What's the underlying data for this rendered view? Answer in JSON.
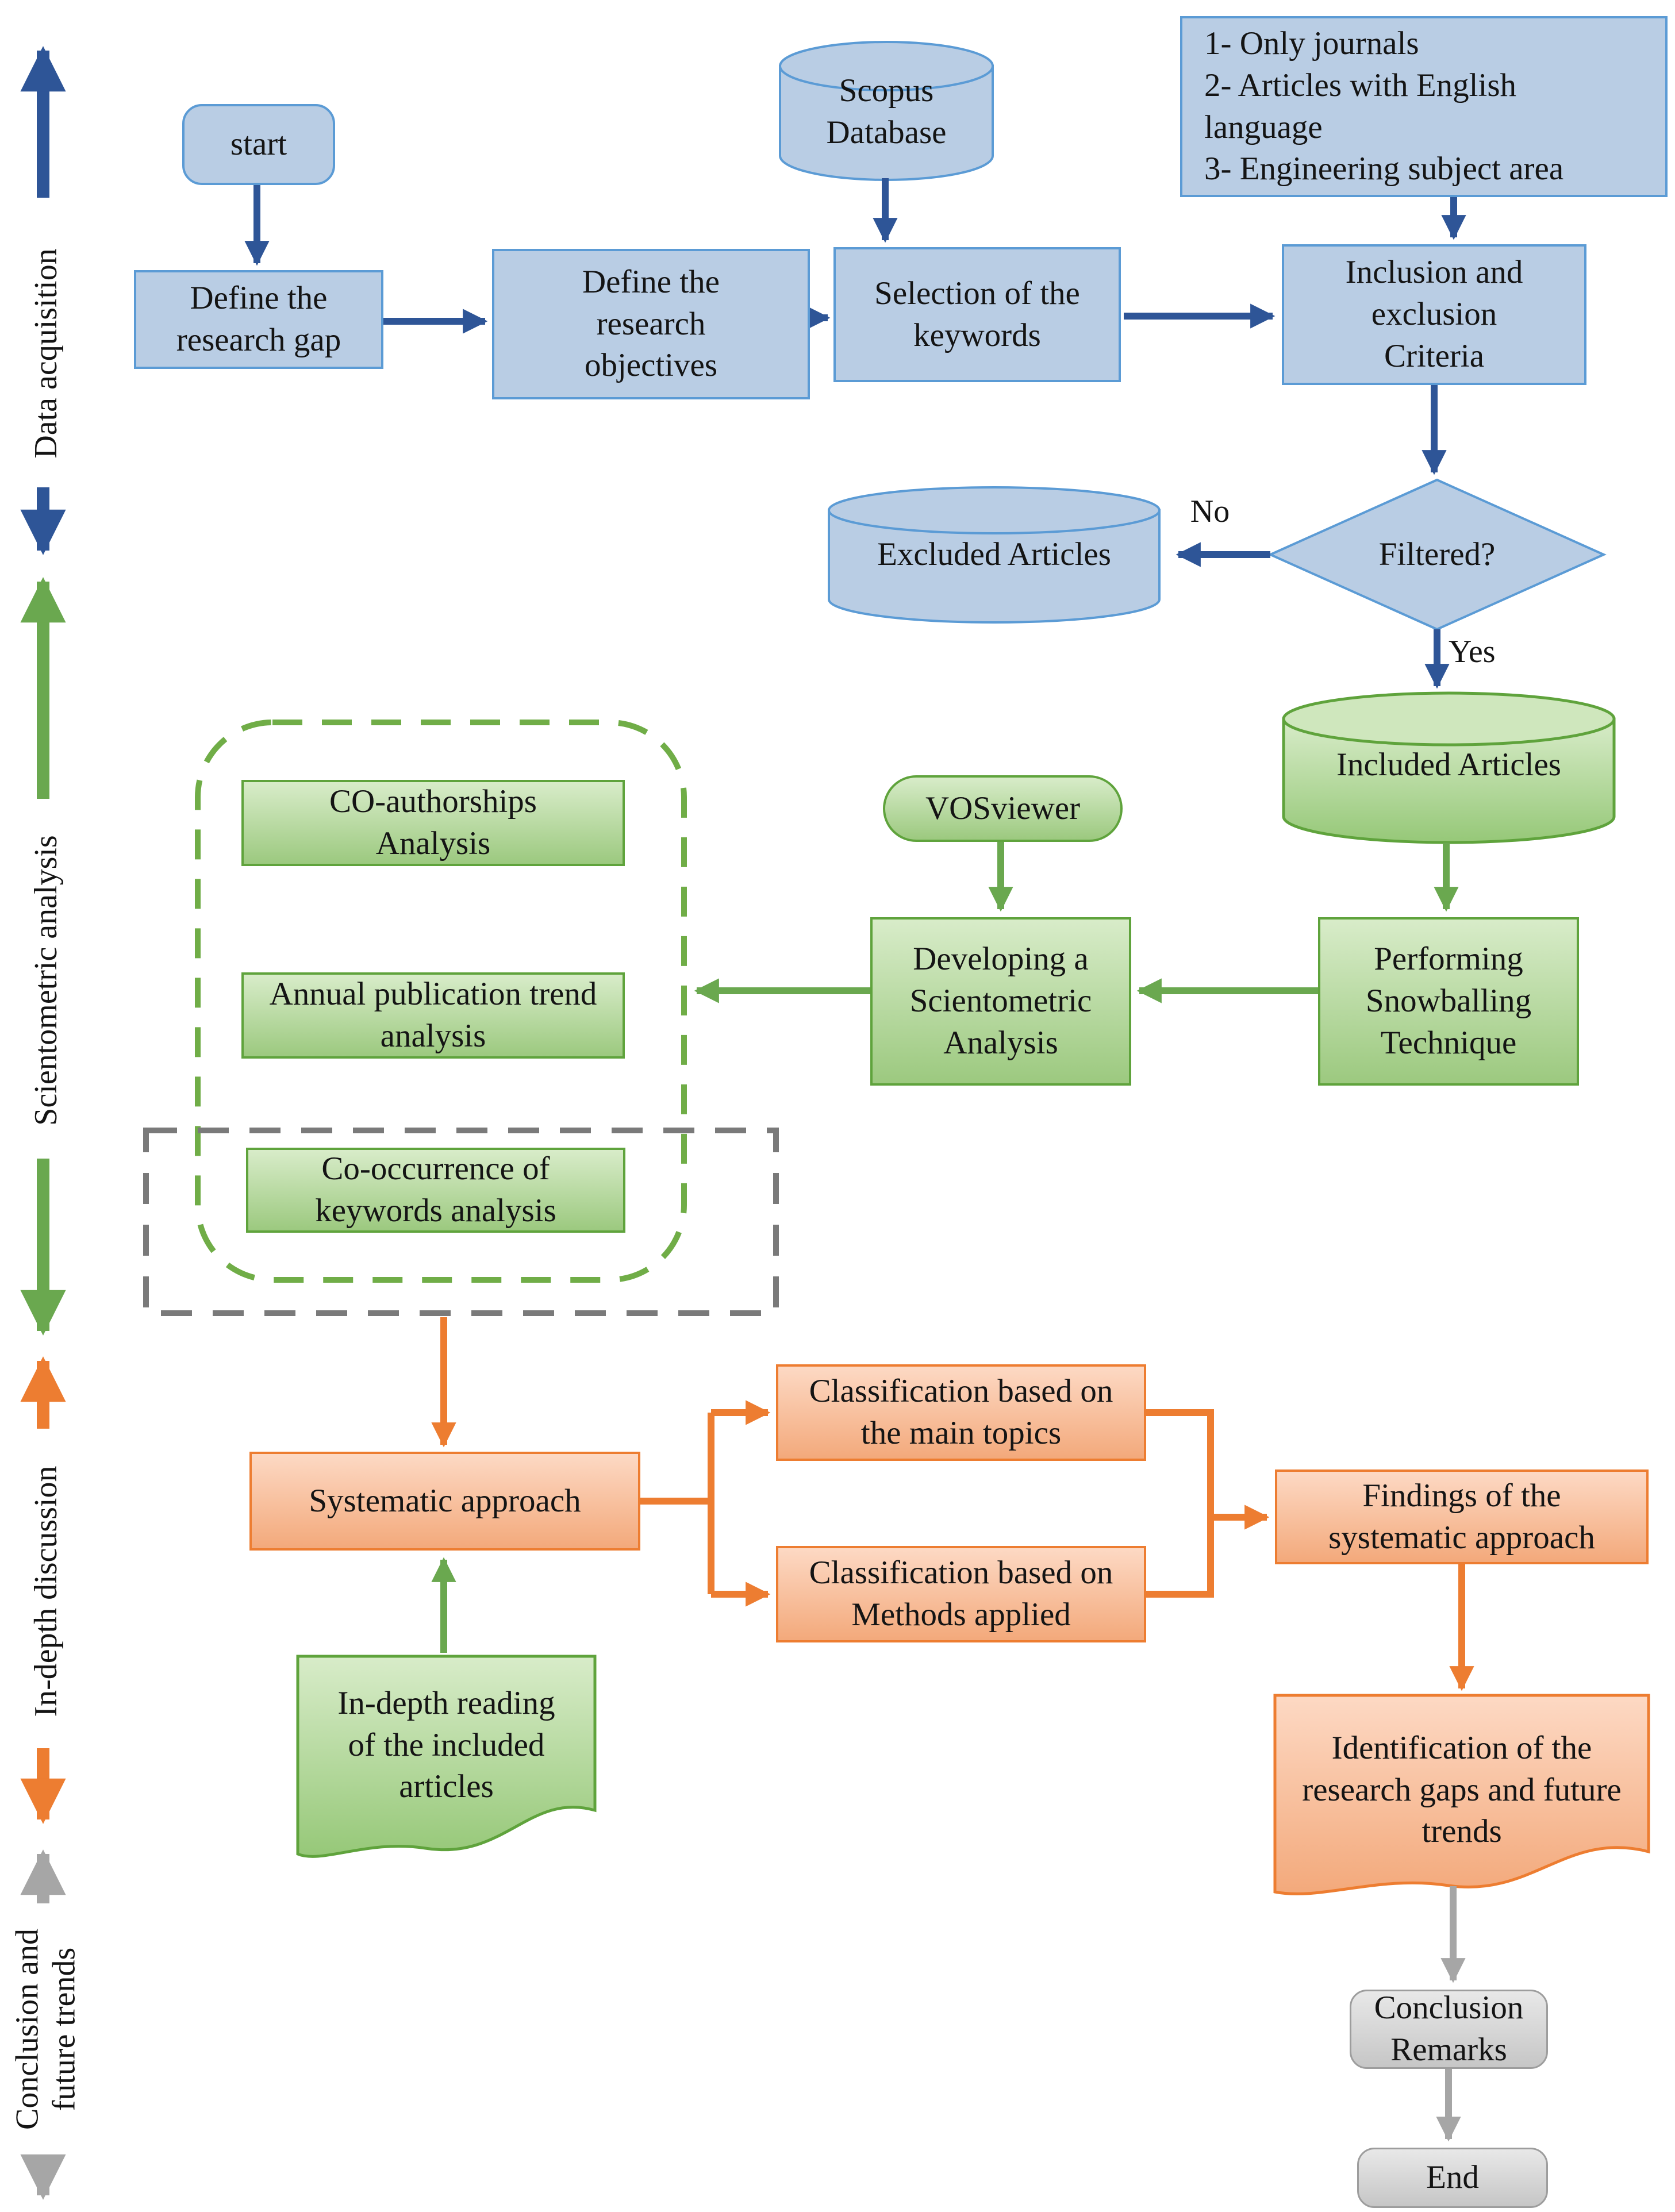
{
  "figure": {
    "type": "flowchart",
    "topic": "Scientometric review methodology"
  },
  "sidebar": {
    "sections": [
      {
        "label": "Data acquisition",
        "color": "#2e5597"
      },
      {
        "label": "Scientometric analysis",
        "color": "#6aa84f"
      },
      {
        "label": "In-depth discussion",
        "color": "#ed7d31"
      },
      {
        "label": "Conclusion and\nfuture trends",
        "color": "#a6a6a6"
      }
    ]
  },
  "nodes": {
    "start": {
      "label": "start",
      "shape": "rounded-rect",
      "family": "blue"
    },
    "scopus": {
      "label": "Scopus\nDatabase",
      "shape": "cylinder",
      "family": "blue"
    },
    "criteria": {
      "label": "1- Only journals\n2- Articles with English\nlanguage\n3- Engineering subject area",
      "shape": "rect",
      "family": "blue"
    },
    "define_gap": {
      "label": "Define the\nresearch gap",
      "shape": "rect",
      "family": "blue"
    },
    "define_objectives": {
      "label": "Define the\nresearch\nobjectives",
      "shape": "rect",
      "family": "blue"
    },
    "selection_keywords": {
      "label": "Selection of the\nkeywords",
      "shape": "rect",
      "family": "blue"
    },
    "inclusion_exclusion": {
      "label": "Inclusion and\nexclusion\nCriteria",
      "shape": "rect",
      "family": "blue"
    },
    "filtered": {
      "label": "Filtered?",
      "shape": "diamond",
      "family": "blue"
    },
    "excluded": {
      "label": "Excluded Articles",
      "shape": "cylinder",
      "family": "blue"
    },
    "included": {
      "label": "Included Articles",
      "shape": "cylinder",
      "family": "green"
    },
    "vosviewer": {
      "label": "VOSviewer",
      "shape": "pill",
      "family": "green"
    },
    "developing": {
      "label": "Developing a\nScientometric\nAnalysis",
      "shape": "rect",
      "family": "green"
    },
    "performing": {
      "label": "Performing\nSnowballing\nTechnique",
      "shape": "rect",
      "family": "green"
    },
    "co_authorships": {
      "label": "CO-authorships\nAnalysis",
      "shape": "rect",
      "family": "green"
    },
    "annual_trend": {
      "label": "Annual publication trend\nanalysis",
      "shape": "rect",
      "family": "green"
    },
    "co_occurrence": {
      "label": "Co-occurrence of\nkeywords analysis",
      "shape": "rect",
      "family": "green"
    },
    "systematic": {
      "label": "Systematic approach",
      "shape": "rect",
      "family": "orange"
    },
    "cls_topics": {
      "label": "Classification based on\nthe main topics",
      "shape": "rect",
      "family": "orange"
    },
    "cls_methods": {
      "label": "Classification based on\nMethods applied",
      "shape": "rect",
      "family": "orange"
    },
    "findings": {
      "label": "Findings of the\nsystematic approach",
      "shape": "rect",
      "family": "orange"
    },
    "identification": {
      "label": "Identification of the\nresearch gaps and future\ntrends",
      "shape": "document",
      "family": "orange"
    },
    "in_depth_reading": {
      "label": "In-depth reading\nof the included\narticles",
      "shape": "document",
      "family": "green"
    },
    "conclusion": {
      "label": "Conclusion\nRemarks",
      "shape": "rounded-rect",
      "family": "gray"
    },
    "end": {
      "label": "End",
      "shape": "rounded-rect",
      "family": "gray"
    }
  },
  "edge_labels": {
    "no": "No",
    "yes": "Yes"
  },
  "colors": {
    "blue_fill": "#b9cde4",
    "blue_border": "#5b9bd5",
    "blue_arrow": "#2e5597",
    "green_fill_top": "#d8ecc9",
    "green_fill_bottom": "#9cc97f",
    "green_border": "#5fa33c",
    "green_arrow": "#6aa84f",
    "green_dashed": "#70ad47",
    "orange_fill_top": "#fdd9c4",
    "orange_fill_bottom": "#f3a97b",
    "orange_border": "#ed7d31",
    "orange_arrow": "#ed7d31",
    "gray_fill_top": "#e8e8e8",
    "gray_fill_bottom": "#c6c6c6",
    "gray_border": "#9d9d9d",
    "gray_arrow": "#a6a6a6",
    "gray_dashed": "#7a7a7a"
  }
}
